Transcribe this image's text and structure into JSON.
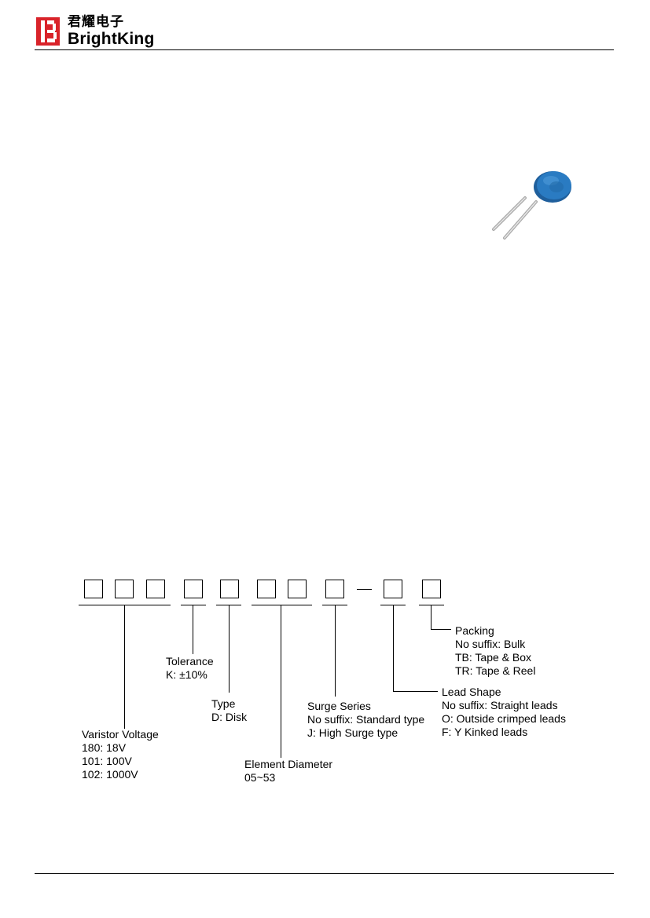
{
  "header": {
    "logo_cn": "君耀电子",
    "logo_en": "BrightKing"
  },
  "part_photo": {
    "icon": "disc-varistor-icon",
    "body_color": "#2a7bc2",
    "lead_color": "#c8c8c8"
  },
  "part_number_code": {
    "separator": "—",
    "fields": [
      {
        "title": "Varistor Voltage",
        "lines": [
          "180: 18V",
          "101: 100V",
          "102: 1000V"
        ]
      },
      {
        "title": "Tolerance",
        "lines": [
          "K: ±10%"
        ]
      },
      {
        "title": "Type",
        "lines": [
          "D: Disk"
        ]
      },
      {
        "title": "Element Diameter",
        "lines": [
          "05~53"
        ]
      },
      {
        "title": "Surge Series",
        "lines": [
          "No suffix: Standard type",
          "J: High Surge type"
        ]
      },
      {
        "title": "Lead Shape",
        "lines": [
          "No suffix: Straight leads",
          "O: Outside crimped leads",
          "F: Y Kinked leads"
        ]
      },
      {
        "title": "Packing",
        "lines": [
          "No suffix: Bulk",
          "TB: Tape & Box",
          "TR: Tape & Reel"
        ]
      }
    ]
  }
}
